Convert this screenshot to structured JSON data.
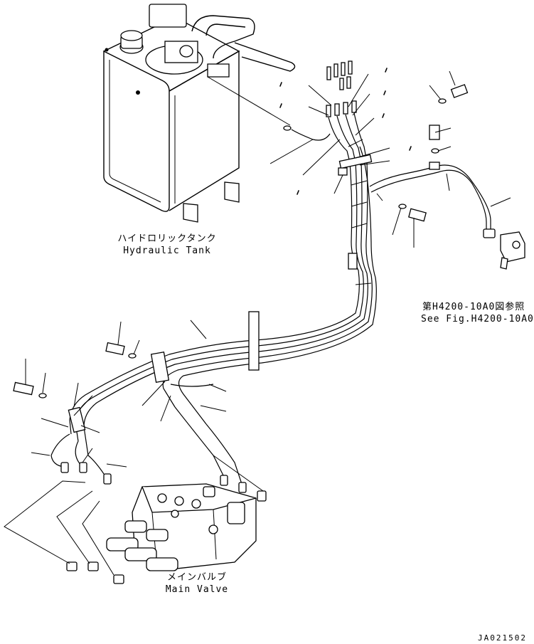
{
  "labels": {
    "hydraulic_tank_jp": "ハイドロリックタンク",
    "hydraulic_tank_en": "Hydraulic Tank",
    "see_fig_jp": "第H4200-10A0図参照",
    "see_fig_en": "See Fig.H4200-10A0",
    "main_valve_jp": "メインバルブ",
    "main_valve_en": "Main Valve",
    "drawing_code": "JA021502"
  }
}
